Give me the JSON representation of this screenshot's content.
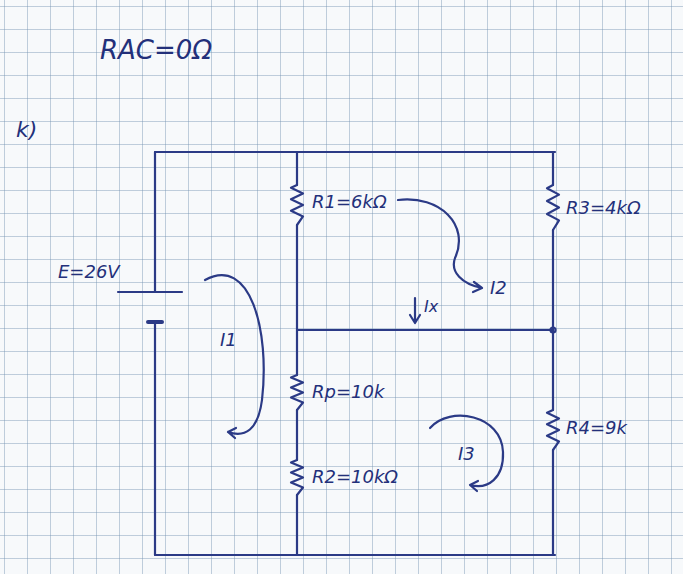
{
  "diagram": {
    "labels": [
      "RAC=0Ω",
      "k)",
      "E=26V",
      "R1=6kΩ",
      "R3=4kΩ",
      "I2",
      "Ix",
      "I1",
      "Rp=10k",
      "R4=9k",
      "I3",
      "R2=10kΩ"
    ]
  }
}
